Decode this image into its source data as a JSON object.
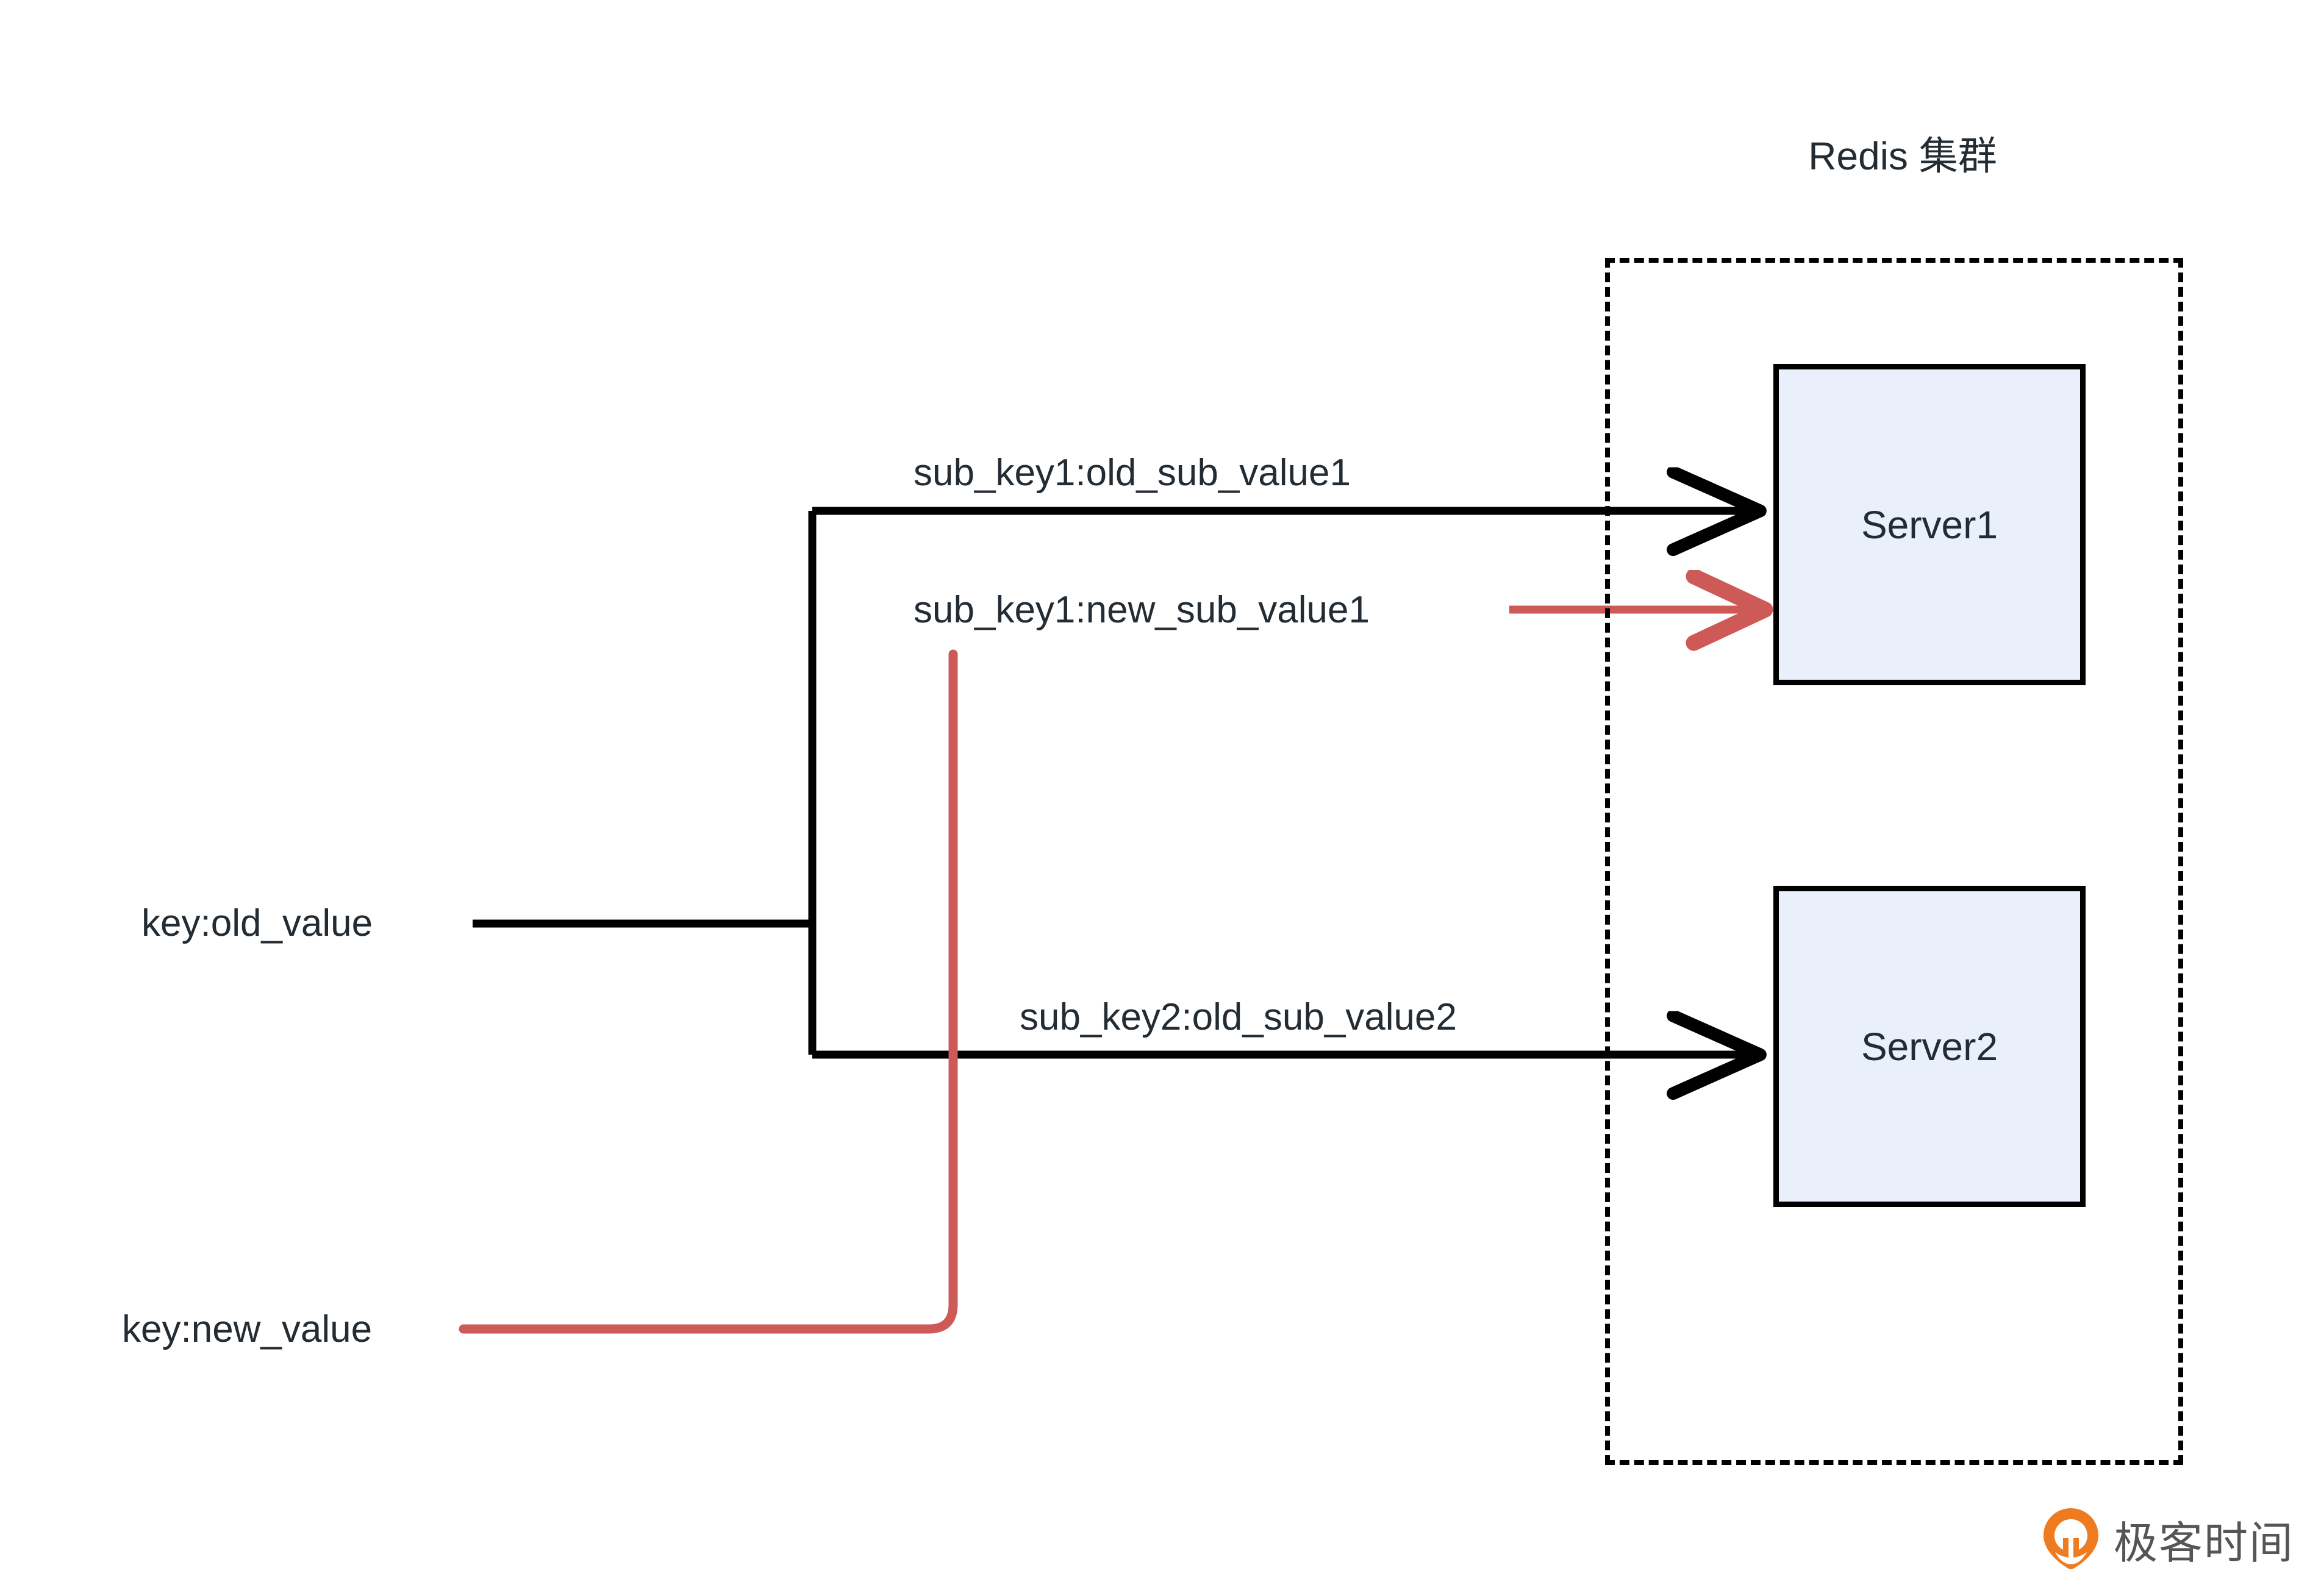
{
  "diagram": {
    "title": "Redis 集群",
    "type": "flow-diagram",
    "colors": {
      "text": "#232b33",
      "black_edge": "#000000",
      "red_edge": "#cd5a57",
      "server_fill": "#eaf0fb",
      "watermark_orange": "#ef7b21",
      "watermark_gray": "#555555",
      "background": "#ffffff"
    },
    "nodes": [
      {
        "id": "server1",
        "label": "Server1"
      },
      {
        "id": "server2",
        "label": "Server2"
      }
    ],
    "container": {
      "id": "redis-cluster",
      "label": "Redis 集群",
      "border": "dashed"
    },
    "edges": [
      {
        "id": "key-old",
        "label": "key:old_value",
        "color": "#000000",
        "arrow": false
      },
      {
        "id": "key-new",
        "label": "key:new_value",
        "color": "#cd5a57",
        "arrow": false
      },
      {
        "id": "sub1-old",
        "label": "sub_key1:old_sub_value1",
        "color": "#000000",
        "arrow": true,
        "target": "server1"
      },
      {
        "id": "sub1-new",
        "label": "sub_key1:new_sub_value1",
        "color": "#cd5a57",
        "arrow": true,
        "target": "server1"
      },
      {
        "id": "sub2-old",
        "label": "sub_key2:old_sub_value2",
        "color": "#000000",
        "arrow": true,
        "target": "server2"
      }
    ]
  },
  "labels": {
    "key_old_value": "key:old_value",
    "key_new_value": "key:new_value",
    "sub_key1_old": "sub_key1:old_sub_value1",
    "sub_key1_new": "sub_key1:new_sub_value1",
    "sub_key2_old": "sub_key2:old_sub_value2",
    "server1": "Server1",
    "server2": "Server2",
    "cluster_title": "Redis 集群"
  },
  "watermark": {
    "text": "极客时间",
    "logo_icon": "geekbang-logo-icon"
  }
}
